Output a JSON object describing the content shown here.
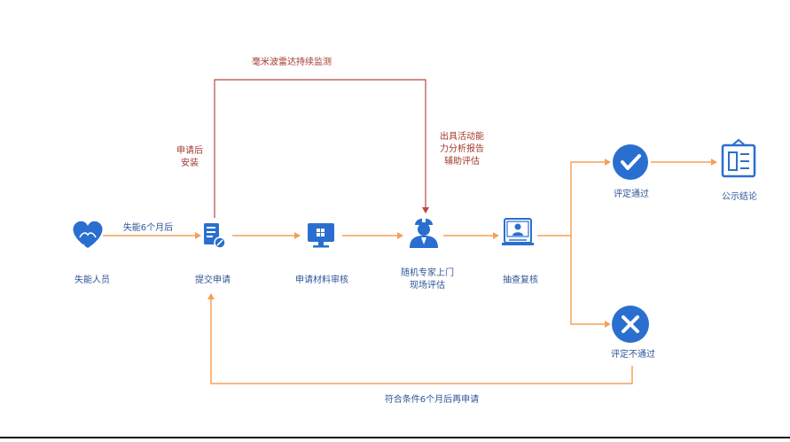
{
  "colors": {
    "node_blue": "#2a6fd0",
    "flow_orange": "#f5a05a",
    "monitor_red": "#b94a3c",
    "label_blue": "#2f5597",
    "label_red": "#a23a2e"
  },
  "nodes": {
    "disabled_person": {
      "label": "失能人员",
      "icon": "heart-hands-icon"
    },
    "submit_application": {
      "label": "提交申请",
      "icon": "document-edit-icon"
    },
    "material_review": {
      "label": "申请材料审核",
      "icon": "monitor-icon"
    },
    "expert_assessment": {
      "label_line1": "随机专家上门",
      "label_line2": "现场评估",
      "icon": "doctor-icon"
    },
    "spot_check": {
      "label": "抽查复核",
      "icon": "computer-user-icon"
    },
    "passed": {
      "label": "评定通过",
      "icon": "check-circle-icon"
    },
    "announce": {
      "label": "公示结论",
      "icon": "notice-board-icon"
    },
    "failed": {
      "label": "评定不通过",
      "icon": "x-circle-icon"
    }
  },
  "edges": {
    "six_months_after": "失能6个月后",
    "install_line1": "申请后",
    "install_line2": "安装",
    "radar_monitoring": "毫米波雷达持续监测",
    "report_line1": "出具活动能",
    "report_line2": "力分析报告",
    "report_line3": "辅助评估",
    "reapply": "符合条件6个月后再申请"
  }
}
